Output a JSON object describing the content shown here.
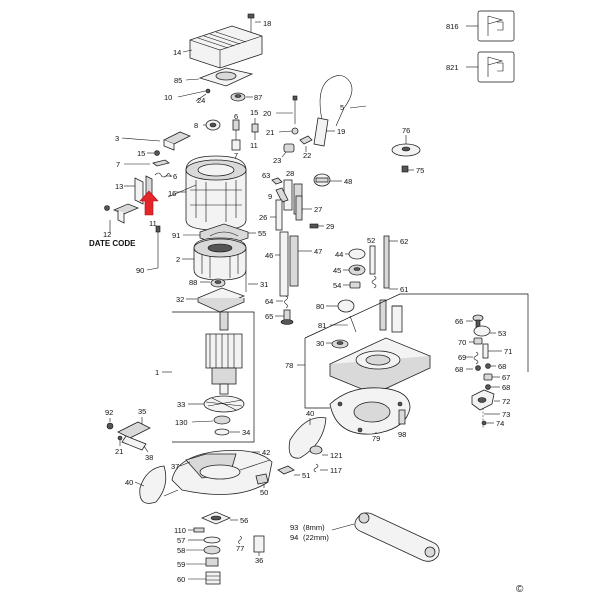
{
  "diagram": {
    "labels": {
      "p18": "18",
      "p14": "14",
      "p85": "85",
      "p87": "87",
      "p10": "10",
      "p24": "24",
      "p8": "8",
      "p6a": "6",
      "p7a": "7",
      "p15a": "15",
      "p11": "11",
      "p20": "20",
      "p21a": "21",
      "p5": "5",
      "p19": "19",
      "p22": "22",
      "p23": "23",
      "p3": "3",
      "p15b": "15",
      "p7b": "7",
      "p6b": "6",
      "p13": "13",
      "p16": "16",
      "p63": "63",
      "p28": "28",
      "p48": "48",
      "p9": "9",
      "p27": "27",
      "p26": "26",
      "p12": "12",
      "p91": "91",
      "p55": "55",
      "p29": "29",
      "p2": "2",
      "p46": "46",
      "p47": "47",
      "p44": "44",
      "p52": "52",
      "p62": "62",
      "p45": "45",
      "p54": "54",
      "p61": "61",
      "p90": "90",
      "p88": "88",
      "p31": "31",
      "p32": "32",
      "p64": "64",
      "p65": "65",
      "p80": "80",
      "p81": "81",
      "p30": "30",
      "p78": "78",
      "p1": "1",
      "p33": "33",
      "p130": "130",
      "p34": "34",
      "p92": "92",
      "p35": "35",
      "p21b": "21",
      "p38": "38",
      "p37": "37",
      "p42": "42",
      "p40a": "40",
      "p121": "121",
      "p117": "117",
      "p51": "51",
      "p40b": "40",
      "p50": "50",
      "p56": "56",
      "p110": "110",
      "p57": "57",
      "p77": "77",
      "p58": "58",
      "p36": "36",
      "p59": "59",
      "p60": "60",
      "p76": "76",
      "p75": "75",
      "p66": "66",
      "p53": "53",
      "p70": "70",
      "p71": "71",
      "p69": "69",
      "p68a": "68",
      "p68b": "68",
      "p67": "67",
      "p68c": "68",
      "p72": "72",
      "p73": "73",
      "p74": "74",
      "p79": "79",
      "p98": "98",
      "p816": "816",
      "p821": "821"
    },
    "date_code": "DATE CODE",
    "wrench": [
      {
        "num": "93",
        "size": "(8mm)"
      },
      {
        "num": "94",
        "size": "(22mm)"
      }
    ],
    "copyright": "©"
  }
}
